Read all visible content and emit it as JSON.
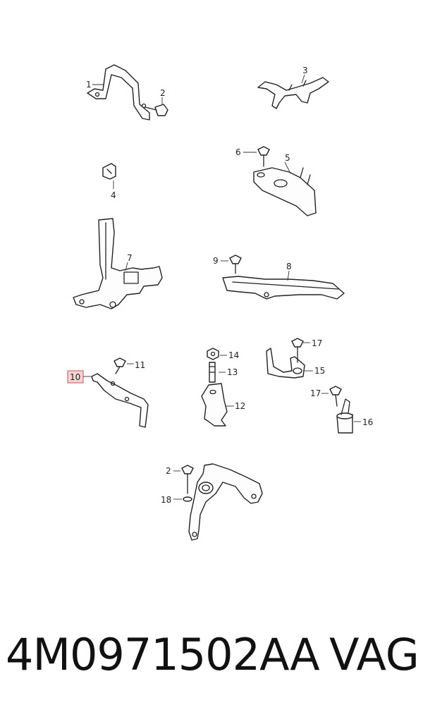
{
  "callouts": {
    "p1": "1",
    "p2a": "2",
    "p3": "3",
    "p4": "4",
    "p5": "5",
    "p6": "6",
    "p7": "7",
    "p8": "8",
    "p9": "9",
    "p10": "10",
    "p11": "11",
    "p12": "12",
    "p13": "13",
    "p14": "14",
    "p15": "15",
    "p16": "16",
    "p17a": "17",
    "p17b": "17",
    "p2b": "2",
    "p18": "18"
  },
  "highlight_color": "#f6d4d4",
  "footer": {
    "part_number": "4M0971502AA",
    "brand": "VAG"
  }
}
